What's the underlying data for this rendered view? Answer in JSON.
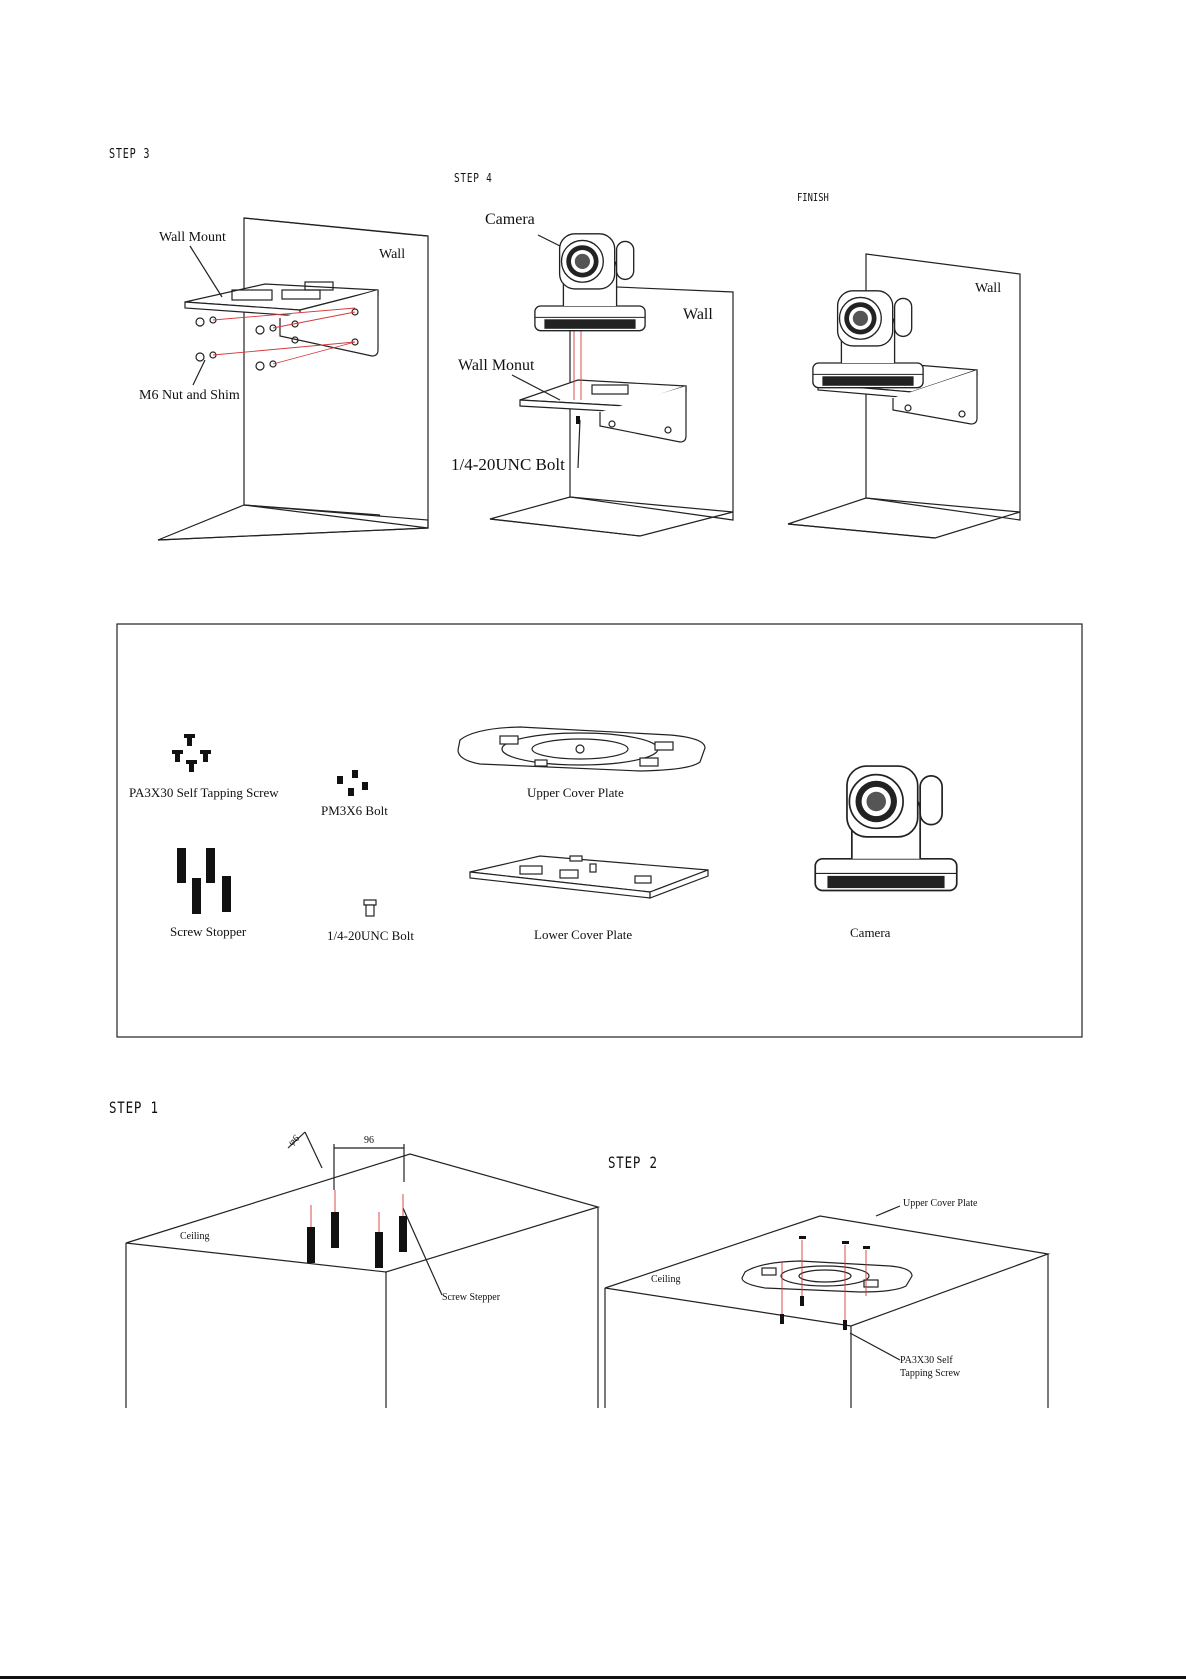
{
  "step3": {
    "title": "STEP 3",
    "wall_mount": "Wall Mount",
    "wall": "Wall",
    "nut_shim": "M6 Nut and Shim"
  },
  "step4": {
    "title": "STEP 4",
    "camera": "Camera",
    "wall": "Wall",
    "wall_mount": "Wall Monut",
    "bolt": "1/4-20UNC Bolt"
  },
  "finish": {
    "title": "FINISH",
    "wall": "Wall"
  },
  "parts": {
    "self_tapping_screw": "PA3X30 Self Tapping Screw",
    "pm3x6_bolt": "PM3X6 Bolt",
    "upper_cover_plate": "Upper Cover Plate",
    "screw_stopper": "Screw Stopper",
    "unc_bolt": "1/4-20UNC Bolt",
    "lower_cover_plate": "Lower Cover Plate",
    "camera": "Camera"
  },
  "step1": {
    "title": "STEP 1",
    "ceiling": "Ceiling",
    "screw_stepper": "Screw Stepper",
    "dim_a": "φ6",
    "dim_b": "96"
  },
  "step2": {
    "title": "STEP 2",
    "ceiling": "Ceiling",
    "upper_cover_plate": "Upper Cover Plate",
    "screw_line1": "PA3X30 Self",
    "screw_line2": "Tapping Screw"
  },
  "colors": {
    "line": "#222222",
    "red": "#d63a3a",
    "fill_dark": "#111111"
  }
}
